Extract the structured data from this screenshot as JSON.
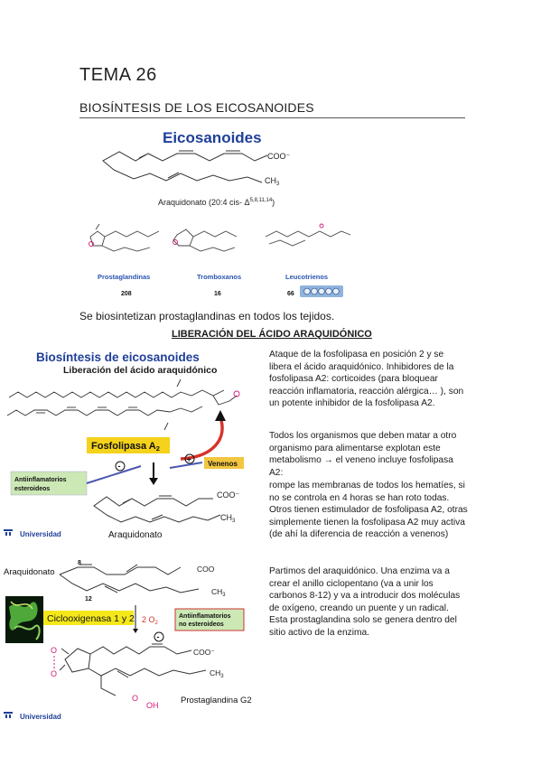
{
  "header": {
    "title": "TEMA 26",
    "subtitle": "BIOSÍNTESIS DE LOS EICOSANOIDES"
  },
  "figure1": {
    "heading": "Eicosanoides",
    "coo": "COO⁻",
    "ch3": "CH",
    "ch3_sub": "3",
    "caption": "Araquidonato (20:4 cis- Δ",
    "caption_sup": "5,8,11,14",
    "caption_end": ")",
    "classes": [
      {
        "name": "Prostaglandinas",
        "count": "208"
      },
      {
        "name": "Tromboxanos",
        "count": "16"
      },
      {
        "name": "Leucotrienos",
        "count": "66"
      }
    ]
  },
  "body": {
    "intro": "Se biosintetizan prostaglandinas en todos los tejidos.",
    "section_title": "LIBERACIÓN DEL ÁCIDO ARAQUIDÓNICO"
  },
  "figure2": {
    "title": "Biosíntesis de eicosanoides",
    "subtitle": "Liberación del ácido araquidónico",
    "enzyme": "Fosfolipasa A",
    "enzyme_sub": "2",
    "minus": "-",
    "plus": "+",
    "venenos": "Venenos",
    "antiinf_line1": "Antiinflamatorios",
    "antiinf_line2": "esteroideos",
    "coo": "COO⁻",
    "ch3": "CH",
    "ch3_sub": "3",
    "product": "Araquidonato",
    "footer": "Universidad"
  },
  "figure3": {
    "substrate": "Araquidonato",
    "c8": "8",
    "c12": "12",
    "coo": "COO",
    "ch3": "CH",
    "ch3_sub": "3",
    "enzyme": "Ciclooxigenasa 1 y 2",
    "o2": "2 O",
    "o2_sub": "2",
    "nsaid_line1": "Antiinflamatorios",
    "nsaid_line2": "no esteroideos",
    "minus": "-",
    "coo2": "COO⁻",
    "ch3_2": "CH",
    "ch3_2_sub": "3",
    "o_top": "O",
    "o_bottom": "O",
    "ooh_o": "O",
    "ooh_oh": "OH",
    "product": "Prostaglandina G2",
    "footer": "Universidad"
  },
  "right_text": {
    "para1": "Ataque de la fosfolipasa en posición 2 y se libera el ácido araquidónico. Inhibidores de la fosfolipasa A2: corticoides (para bloquear reacción inflamatoria, reacción alérgica… ), son un potente inhibidor de la fosfolipasa A2.",
    "para2": "Todos los organismos que deben matar a otro organismo para alimentarse explotan este metabolismo → el veneno incluye fosfolipasa A2:",
    "para3": "rompe las membranas de todos los hematíes, si no se controla en 4 horas se han roto todas. Otros tienen estimulador de fosfolipasa A2, otras simplemente tienen la fosfolipasa A2 muy activa (de ahí la diferencia de reacción a venenos)",
    "para4": "Partimos del araquidónico. Una enzima va a crear el anillo ciclopentano (va a unir los carbonos 8-12) y va a introducir dos moléculas de oxígeno, creando un puente y un radical. Esta prostaglandina solo se genera dentro del sitio activo de la enzima."
  },
  "colors": {
    "heading_blue": "#1f3f99",
    "class_blue": "#2a55b0",
    "enzyme_yellow": "#f5d21b",
    "venenos_yellow": "#f2c640",
    "antiinf_green": "#cce8b5",
    "arrow_red": "#d6332b",
    "arrow_blue": "#4a58b0",
    "oxygen_pink": "#d01a7a"
  }
}
